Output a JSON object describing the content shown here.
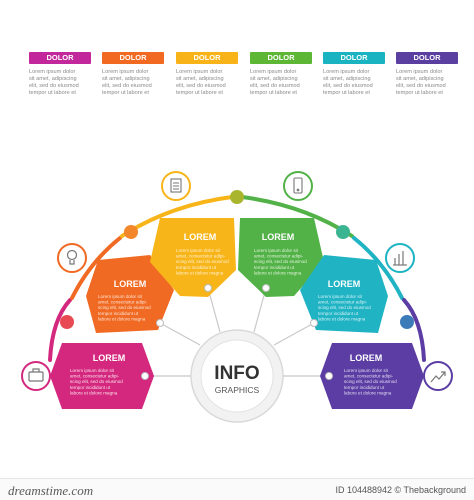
{
  "legend": [
    {
      "label": "DOLOR",
      "color": "#c2279b",
      "text": "Lorem ipsum dolor\nsit amet, adipiscing\nelit, sed do eiusmod\ntempor ut labore et"
    },
    {
      "label": "DOLOR",
      "color": "#f26a21",
      "text": "Lorem ipsum dolor\nsit amet, adipiscing\nelit, sed do eiusmod\ntempor ut labore et"
    },
    {
      "label": "DOLOR",
      "color": "#f7b318",
      "text": "Lorem ipsum dolor\nsit amet, adipiscing\nelit, sed do eiusmod\ntempor ut labore et"
    },
    {
      "label": "DOLOR",
      "color": "#5db734",
      "text": "Lorem ipsum dolor\nsit amet, adipiscing\nelit, sed do eiusmod\ntempor ut labore et"
    },
    {
      "label": "DOLOR",
      "color": "#1ab3c2",
      "text": "Lorem ipsum dolor\nsit amet, adipiscing\nelit, sed do eiusmod\ntempor ut labore et"
    },
    {
      "label": "DOLOR",
      "color": "#5a3fa0",
      "text": "Lorem ipsum dolor\nsit amet, adipiscing\nelit, sed do eiusmod\ntempor ut labore et"
    }
  ],
  "segments": [
    {
      "title": "LOREM",
      "color": "#d4287f",
      "icon": "briefcase-icon",
      "body": "Lorem ipsum dolor sit\namet, consectetur adipi-\nscing elit, sed do eiusmod\ntempor incididunt ut\nlabore et dolore magna"
    },
    {
      "title": "LOREM",
      "color": "#f06a23",
      "icon": "lightbulb-icon",
      "body": "Lorem ipsum dolor sit\namet, consectetur adipi-\nscing elit, sed do eiusmod\ntempor incididunt ut\nlabore et dolore magna"
    },
    {
      "title": "LOREM",
      "color": "#f7b51a",
      "icon": "document-icon",
      "body": "Lorem ipsum dolor sit\namet, consectetur adipi-\nscing elit, sed do eiusmod\ntempor incididunt ut\nlabore et dolore magna"
    },
    {
      "title": "LOREM",
      "color": "#52b248",
      "icon": "smartphone-icon",
      "body": "Lorem ipsum dolor sit\namet, consectetur adipi-\nscing elit, sed do eiusmod\ntempor incididunt ut\nlabore et dolore magna"
    },
    {
      "title": "LOREM",
      "color": "#1fb3c4",
      "icon": "bar-chart-icon",
      "body": "Lorem ipsum dolor sit\namet, consectetur adipi-\nscing elit, sed do eiusmod\ntempor incididunt ut\nlabore et dolore magna"
    },
    {
      "title": "LOREM",
      "color": "#5b3da3",
      "icon": "trend-arrow-icon",
      "body": "Lorem ipsum dolor sit\namet, consectetur adipi-\nscing elit, sed do eiusmod\ntempor incididunt ut\nlabore et dolore magna"
    }
  ],
  "center": {
    "title": "INFO",
    "subtitle": "GRAPHICS"
  },
  "footer": {
    "logo": "dreamstime.com",
    "id_text": "ID 104488942 © Thebackground"
  }
}
